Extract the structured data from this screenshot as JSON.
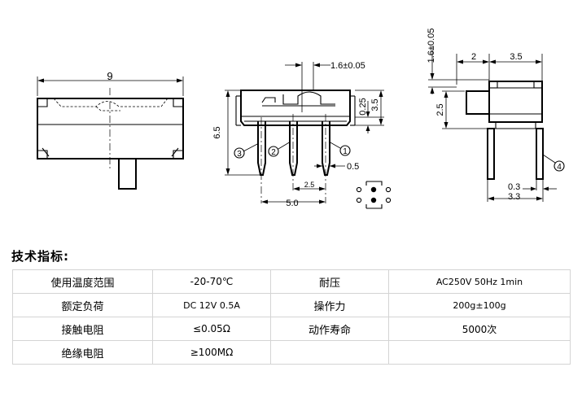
{
  "drawing": {
    "left_view": {
      "width": "9"
    },
    "middle_view": {
      "pin_pitch": "1.6±0.05",
      "height": "6.5",
      "dim_a": "0.25",
      "dim_b": "3.5",
      "pin_width": "0.5",
      "pin_spacing": "2.5",
      "pin_span": "5.0",
      "pin_labels": [
        "3",
        "2",
        "1"
      ]
    },
    "right_view": {
      "pitch_vertical": "1.6±0.05",
      "offset": "2",
      "width": "3.5",
      "height": "2.5",
      "pin_width": "0.3",
      "total": "3.3",
      "pin_label": "4"
    }
  },
  "specs": {
    "heading": "技术指标:",
    "rows": [
      {
        "label1": "使用温度范围",
        "value1": "-20-70℃",
        "label2": "耐压",
        "value2": "AC250V 50Hz 1min"
      },
      {
        "label1": "额定负荷",
        "value1": "DC 12V 0.5A",
        "label2": "操作力",
        "value2": "200g±100g"
      },
      {
        "label1": "接触电阻",
        "value1": "≤0.05Ω",
        "label2": "动作寿命",
        "value2": "5000次"
      },
      {
        "label1": "绝缘电阻",
        "value1": "≥100MΩ",
        "label2": "",
        "value2": ""
      }
    ]
  }
}
